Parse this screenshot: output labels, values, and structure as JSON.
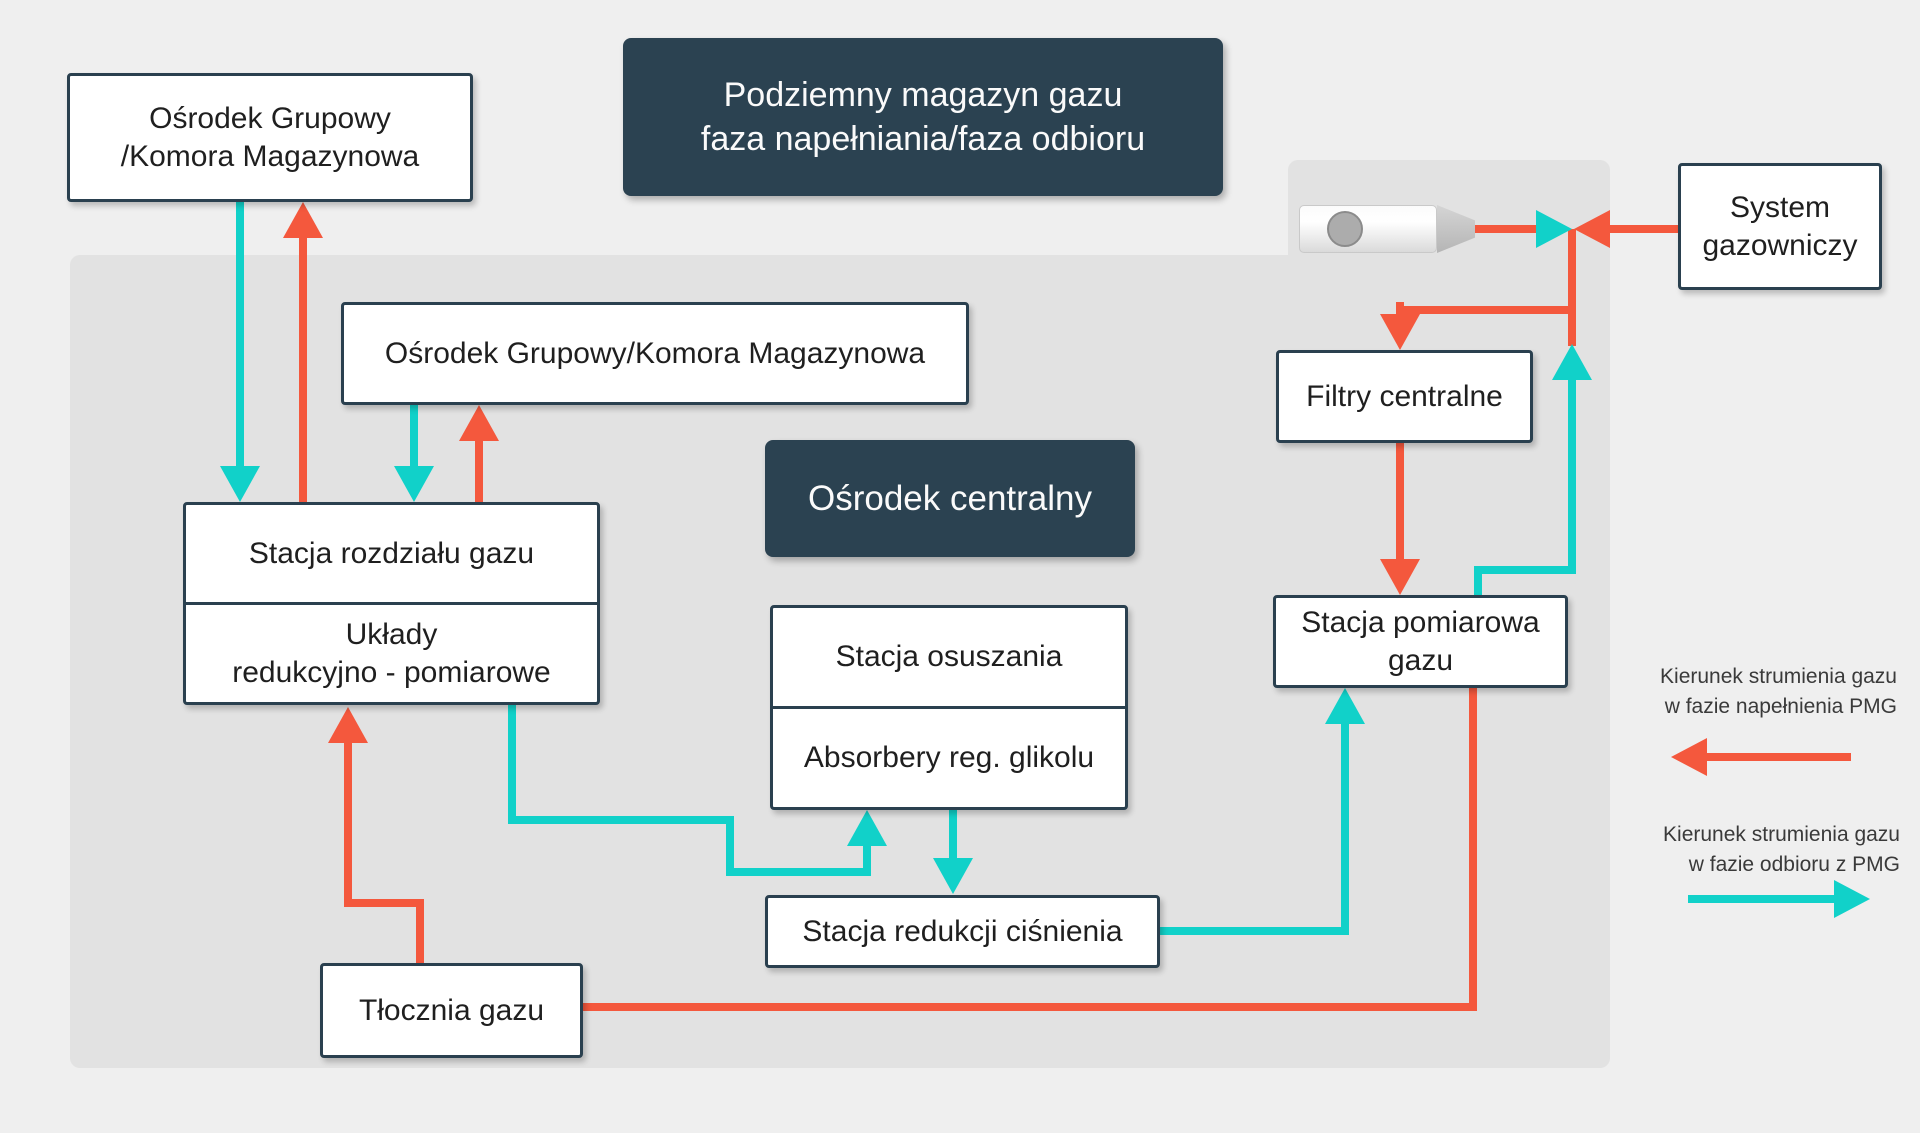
{
  "title": {
    "line1": "Podziemny magazyn gazu",
    "line2": "faza napełniania/faza odbioru"
  },
  "boxes": {
    "osrodek_grupowy_1": {
      "line1": "Ośrodek Grupowy",
      "line2": "/Komora Magazynowa"
    },
    "osrodek_grupowy_2": {
      "label": "Ośrodek Grupowy/Komora Magazynowa"
    },
    "stacja_rozdzialu": {
      "label": "Stacja rozdziału gazu"
    },
    "uklady": {
      "line1": "Układy",
      "line2": "redukcyjno - pomiarowe"
    },
    "osrodek_centralny": {
      "label": "Ośrodek centralny"
    },
    "stacja_osuszania": {
      "label": "Stacja osuszania"
    },
    "absorbery": {
      "label": "Absorbery reg. glikolu"
    },
    "stacja_redukcji": {
      "label": "Stacja redukcji ciśnienia"
    },
    "tlocznia": {
      "label": "Tłocznia gazu"
    },
    "filtry": {
      "label": "Filtry centralne"
    },
    "stacja_pomiarowa": {
      "line1": "Stacja pomiarowa",
      "line2": "gazu"
    },
    "system_gazowniczy": {
      "line1": "System",
      "line2": "gazowniczy"
    }
  },
  "legend": {
    "fill_phase": {
      "line1": "Kierunek strumienia gazu",
      "line2": "w fazie napełnienia PMG"
    },
    "withdraw_phase": {
      "line1": "Kierunek strumienia gazu",
      "line2": "w fazie odbioru z PMG"
    }
  },
  "colors": {
    "fill_phase": "#F4583D",
    "withdraw_phase": "#11D1C9",
    "box_border": "#2A404F",
    "dark_box_bg": "#2B4251",
    "panel_bg": "#E2E2E2",
    "page_bg": "#EFEFEF",
    "box_bg": "#FFFFFF",
    "text_dark": "#1F1F1F",
    "legend_text": "#3A3A3A",
    "pipeline_gray": "#C2C2C2"
  }
}
